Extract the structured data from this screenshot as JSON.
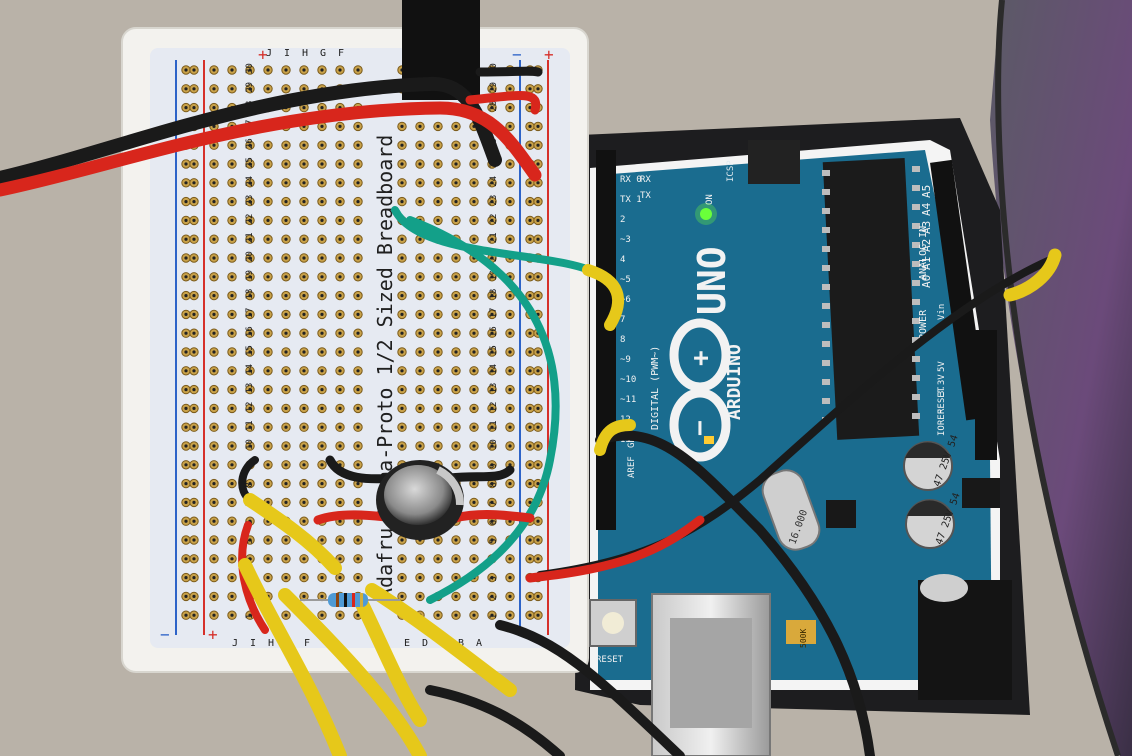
{
  "breadboard": {
    "label": "Perma-Proto 1/2 Sized Breadboard",
    "brand_fragment": "Adafru",
    "row_numbers": [
      "30",
      "29",
      "28",
      "27",
      "26",
      "25",
      "24",
      "23",
      "22",
      "21",
      "20",
      "19",
      "18",
      "17",
      "16",
      "15",
      "14",
      "13",
      "12",
      "11",
      "10",
      "9",
      "8",
      "7",
      "6",
      "5",
      "4",
      "3",
      "2",
      "1"
    ],
    "column_letters_left": [
      "J",
      "I",
      "H",
      "G",
      "F"
    ],
    "column_letters_right": [
      "E",
      "D",
      "C",
      "B",
      "A"
    ],
    "rail_plus": "+",
    "rail_minus": "−"
  },
  "arduino": {
    "model": "UNO",
    "brand": "ARDUINO",
    "on_label": "ON",
    "tx_label": "TX",
    "rx_label": "RX",
    "digital_label": "DIGITAL (PWM~)",
    "analog_label": "ANALOG IN",
    "power_label": "POWER",
    "icsp_label": "ICSP",
    "aref_label": "AREF",
    "gnd_label": "GND",
    "reset_label": "RESET",
    "ioref_label": "IOREF",
    "v33_label": "3.3V",
    "v5_label": "5V",
    "vin_label": "Vin",
    "analog_pins": [
      "A5",
      "A4",
      "A3",
      "A2",
      "A1",
      "A0"
    ],
    "digital_pins": [
      "RX 0",
      "TX 1",
      "2",
      "~3",
      "4",
      "~5",
      "~6",
      "7",
      "8",
      "~9",
      "~10",
      "~11",
      "12",
      "13"
    ],
    "crystal_label": "16.000",
    "cap_label_1": "47 25V 54",
    "cap_label_2": "47 25V 54",
    "fuse_label": "500K"
  },
  "colors": {
    "table": "#b9b2a8",
    "board_white": "#f3f2ee",
    "panel_blue_white": "#e6eaf2",
    "arduino_blue": "#1a6c8f",
    "wire_red": "#d8261c",
    "wire_black": "#1a1a1a",
    "wire_yellow": "#e6c81a",
    "wire_green": "#13a089",
    "led_green": "#6aff3a",
    "led_amber": "#ffcc33"
  }
}
